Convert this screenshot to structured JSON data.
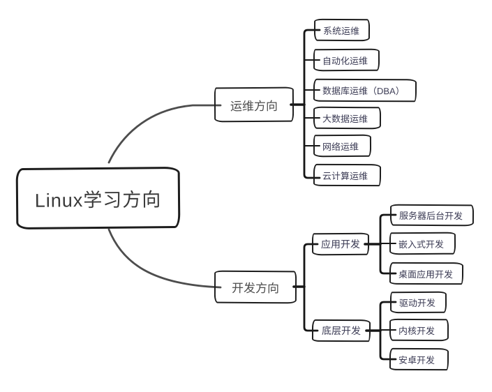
{
  "mindmap": {
    "root": {
      "label": "Linux学习方向"
    },
    "ops": {
      "label": "运维方向",
      "children": [
        "系统运维",
        "自动化运维",
        "数据库运维（DBA）",
        "大数据运维",
        "网络运维",
        "云计算运维"
      ]
    },
    "dev": {
      "label": "开发方向",
      "app": {
        "label": "应用开发",
        "children": [
          "服务器后台开发",
          "嵌入式开发",
          "桌面应用开发"
        ]
      },
      "low": {
        "label": "底层开发",
        "children": [
          "驱动开发",
          "内核开发",
          "安卓开发"
        ]
      }
    },
    "colors": {
      "background": "#ffffff",
      "box_border": "#1d1d1d",
      "leaf_text": "#3b3b54",
      "branch_text": "#4c4c4c",
      "root_text": "#3a3a3a",
      "connector": "#161616",
      "curve": "#4d4d4d"
    }
  }
}
